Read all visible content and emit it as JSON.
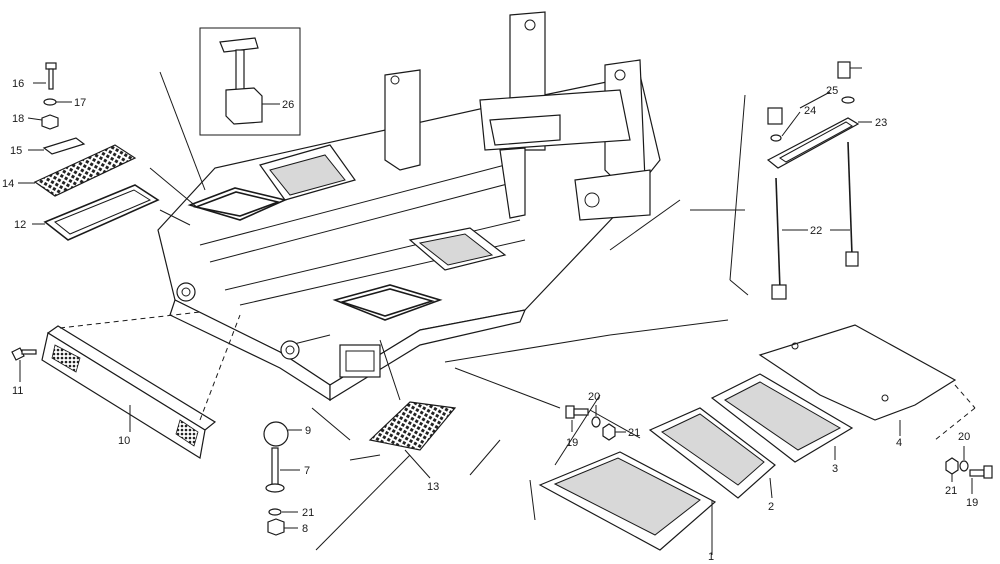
{
  "callouts": {
    "c1": "1",
    "c2": "2",
    "c3": "3",
    "c4": "4",
    "c7": "7",
    "c8": "8",
    "c9": "9",
    "c10": "10",
    "c11": "11",
    "c12": "12",
    "c13": "13",
    "c14": "14",
    "c15": "15",
    "c16": "16",
    "c17": "17",
    "c18": "18",
    "c19a": "19",
    "c19b": "19",
    "c20a": "20",
    "c20b": "20",
    "c21a": "21",
    "c21b": "21",
    "c21c": "21",
    "c22": "22",
    "c23": "23",
    "c24": "24",
    "c25": "25",
    "c26": "26"
  }
}
